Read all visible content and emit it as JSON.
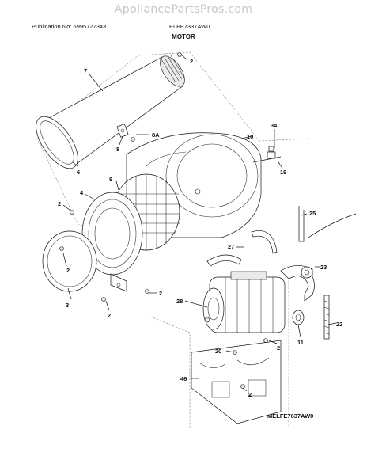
{
  "header": {
    "watermark": "AppliancePartsPros.com",
    "publication": "Publication No: 5995727343",
    "model": "ELFE7337AW0",
    "section_title": "MOTOR"
  },
  "footer": {
    "diagram_id": "MELFE7637AW0"
  },
  "callouts": [
    {
      "id": "c2a",
      "text": "2"
    },
    {
      "id": "c7",
      "text": "7"
    },
    {
      "id": "c6",
      "text": "6"
    },
    {
      "id": "c8",
      "text": "8"
    },
    {
      "id": "c8a",
      "text": "8A"
    },
    {
      "id": "c34",
      "text": "34"
    },
    {
      "id": "c10",
      "text": "10"
    },
    {
      "id": "c19",
      "text": "19"
    },
    {
      "id": "c9",
      "text": "9"
    },
    {
      "id": "c4",
      "text": "4"
    },
    {
      "id": "c2b",
      "text": "2"
    },
    {
      "id": "c2c",
      "text": "2"
    },
    {
      "id": "c3",
      "text": "3"
    },
    {
      "id": "c25",
      "text": "25"
    },
    {
      "id": "c27",
      "text": "27"
    },
    {
      "id": "c23",
      "text": "23"
    },
    {
      "id": "c2d",
      "text": "2"
    },
    {
      "id": "c2e",
      "text": "2"
    },
    {
      "id": "c28",
      "text": "28"
    },
    {
      "id": "c22",
      "text": "22"
    },
    {
      "id": "c11",
      "text": "11"
    },
    {
      "id": "c20",
      "text": "20"
    },
    {
      "id": "c2f",
      "text": "2"
    },
    {
      "id": "c46",
      "text": "46"
    },
    {
      "id": "c2g",
      "text": "2"
    }
  ]
}
